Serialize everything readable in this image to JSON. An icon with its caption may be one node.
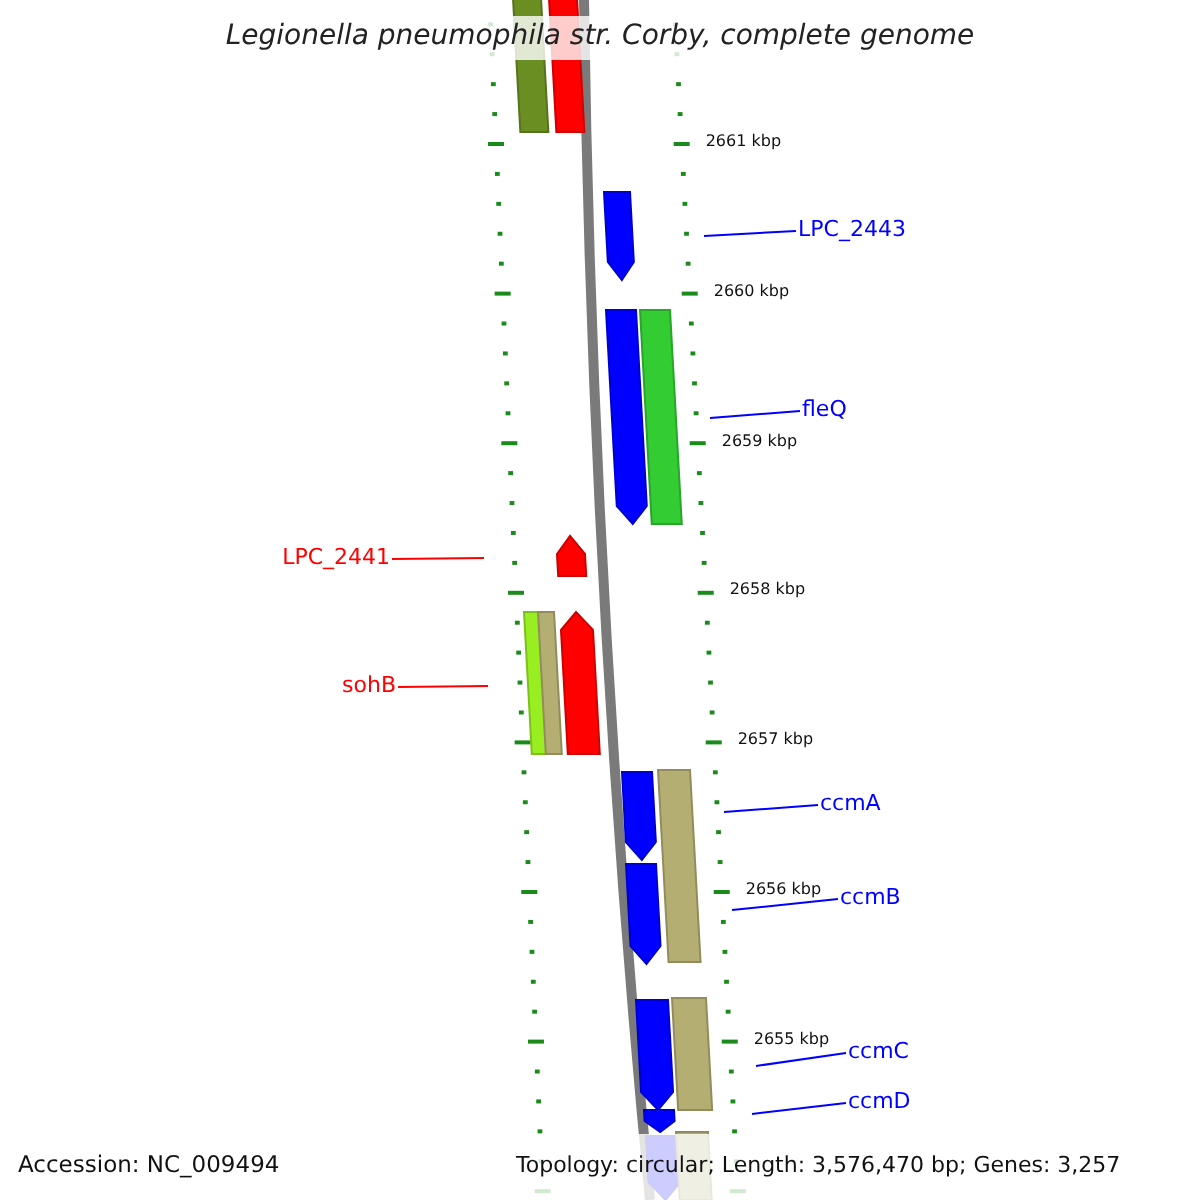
{
  "diagram": {
    "title": "Legionella pneumophila str. Corby, complete genome",
    "nodes": [
      {
        "text": [
          "LPC_2443"
        ]
      },
      {
        "text": [
          "fleQ"
        ]
      },
      {
        "text": [
          "LPC_2441"
        ]
      },
      {
        "text": [
          "sohB"
        ]
      },
      {
        "text": [
          "ccmA"
        ]
      },
      {
        "text": [
          "ccmB"
        ]
      },
      {
        "text": [
          "ccmC"
        ]
      },
      {
        "text": [
          "ccmD"
        ]
      }
    ],
    "edges": [
      {
        "from": 0,
        "to": null,
        "arrow": "none"
      },
      {
        "from": 1,
        "to": null,
        "arrow": "none"
      },
      {
        "from": 2,
        "to": null,
        "arrow": "none",
        "color": "#ff0000"
      },
      {
        "from": 3,
        "to": null,
        "arrow": "none",
        "color": "#ff0000"
      },
      {
        "from": 4,
        "to": null,
        "arrow": "none"
      },
      {
        "from": 5,
        "to": null,
        "arrow": "none"
      },
      {
        "from": 6,
        "to": null,
        "arrow": "none"
      },
      {
        "from": 7,
        "to": null,
        "arrow": "none"
      }
    ],
    "labels": [
      "2661 kbp",
      "2660 kbp",
      "2659 kbp",
      "2658 kbp",
      "2657 kbp",
      "2656 kbp",
      "2655 kbp",
      "Accession: NC_009494",
      "Topology: circular; Length: 3,576,470 bp; Genes: 3,257"
    ]
  }
}
